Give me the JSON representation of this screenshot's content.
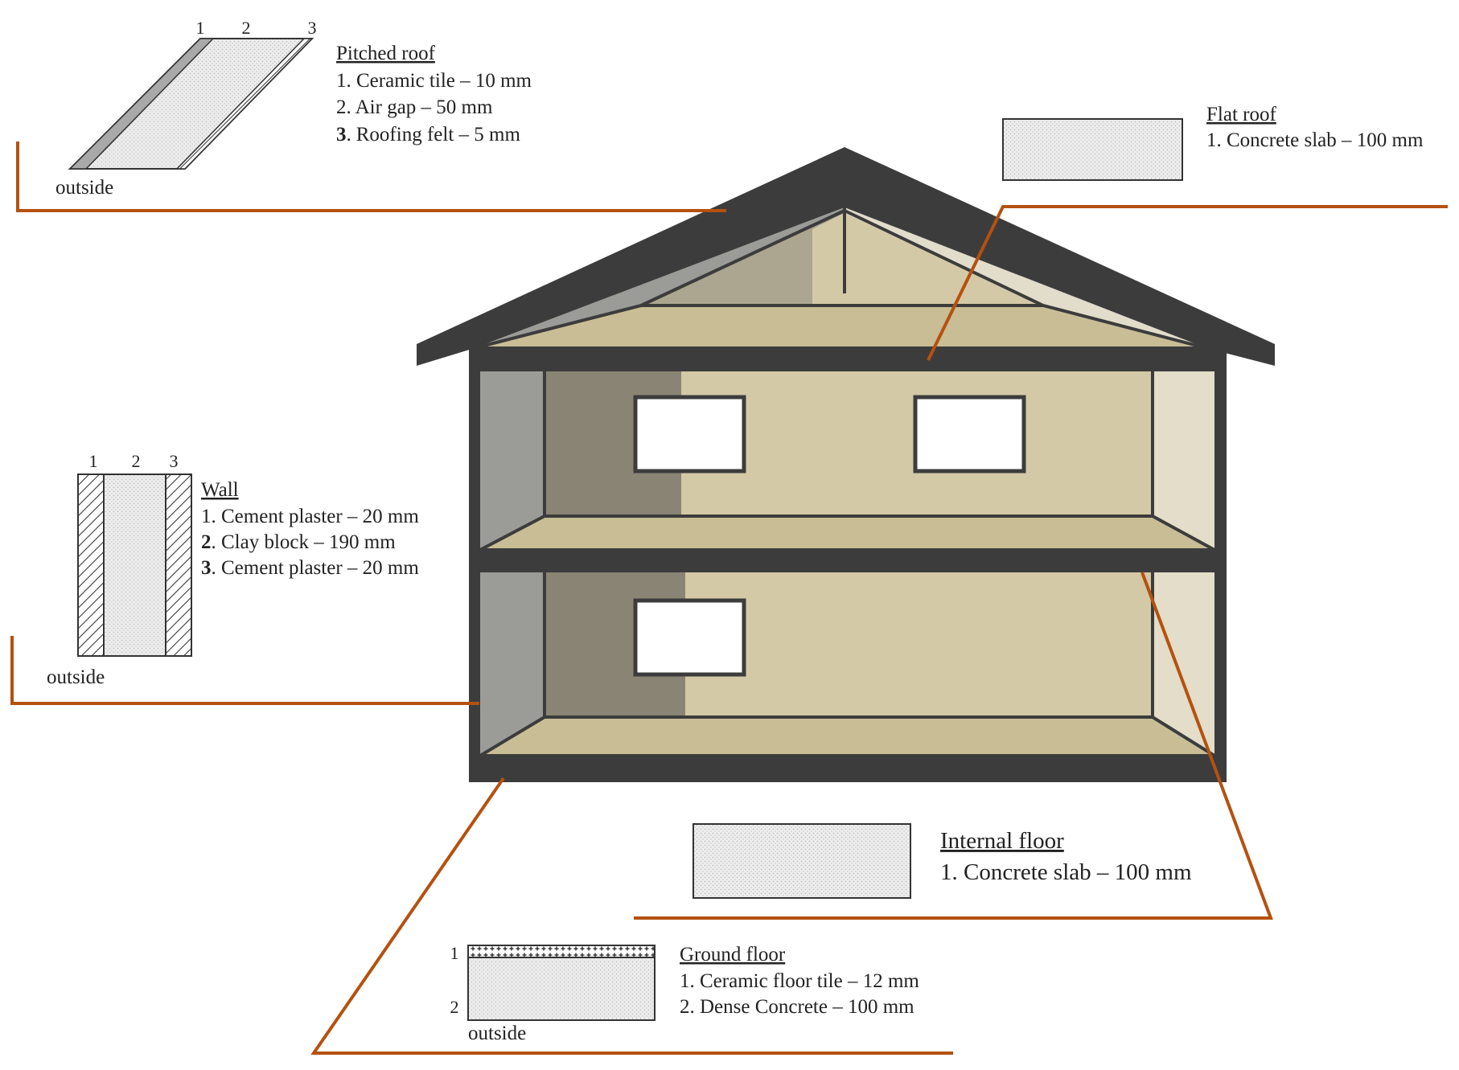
{
  "colors": {
    "leader": "#b5510f",
    "frame": "#3c3c3c",
    "wall_beige": "#d4c9a6",
    "floor_beige": "#c9bd96",
    "wall_shade": "#8a8474",
    "side_light": "#e3ddc9",
    "side_dark": "#9b9b97",
    "roof_left": "#9b9b97",
    "roof_right": "#e2dccb",
    "material_fill": "#e9e9e9"
  },
  "pitched_roof": {
    "title": "Pitched roof",
    "layers": [
      "1. Ceramic tile – 10 mm",
      "2. Air gap  – 50 mm",
      "Roofing felt – 5 mm"
    ],
    "layer3_num": "3",
    "layer3_sep": ".",
    "layer_numbers": [
      "1",
      "2",
      "3"
    ],
    "outside": "outside"
  },
  "flat_roof": {
    "title": "Flat roof",
    "layers": [
      "1. Concrete slab – 100 mm"
    ]
  },
  "wall": {
    "title": "Wall",
    "layer1": "1. Cement plaster – 20 mm",
    "layer2_num": "2",
    "layer2_text": ". Clay block – 190 mm",
    "layer3_num": "3",
    "layer3_text": ". Cement plaster – 20 mm",
    "layer_numbers": [
      "1",
      "2",
      "3"
    ],
    "outside": "outside"
  },
  "internal_floor": {
    "title": "Internal floor",
    "layers": [
      "1. Concrete slab – 100 mm"
    ]
  },
  "ground_floor": {
    "title": "Ground floor",
    "layers": [
      "1. Ceramic floor tile – 12 mm",
      "2. Dense Concrete – 100 mm"
    ],
    "layer_numbers": [
      "1",
      "2"
    ],
    "outside": "outside"
  }
}
